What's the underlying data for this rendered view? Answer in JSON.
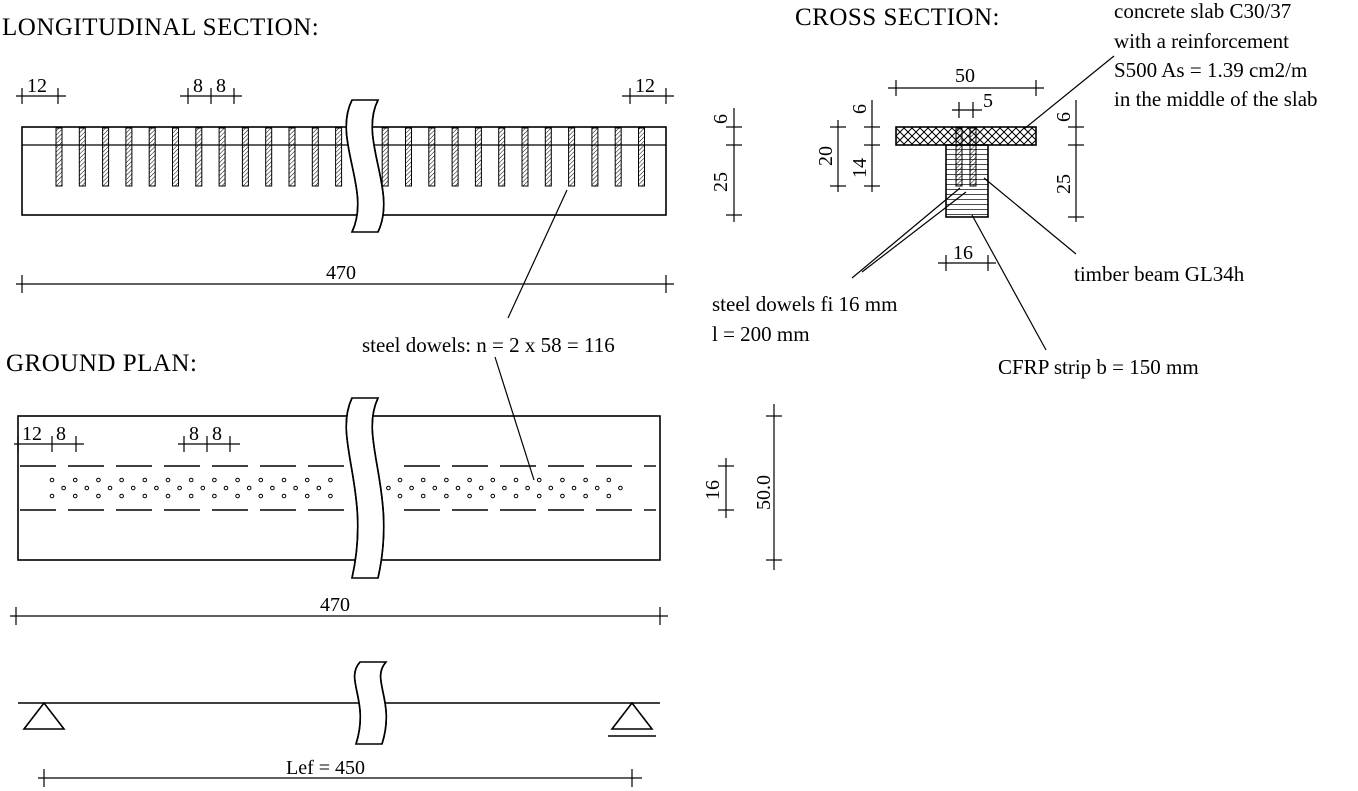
{
  "titles": {
    "longitudinal": "LONGITUDINAL SECTION:",
    "ground_plan": "GROUND PLAN:",
    "cross_section": "CROSS SECTION:"
  },
  "longitudinal": {
    "dim_left": "12",
    "dim_mid_a": "8",
    "dim_mid_b": "8",
    "dim_right": "12",
    "dim_slab": "6",
    "dim_total_height": "25",
    "dim_length": "470",
    "dowel_label": "steel dowels: n = 2 x 58 = 116"
  },
  "ground_plan": {
    "dim_left": "12",
    "dim_left_b": "8",
    "dim_mid_a": "8",
    "dim_mid_b": "8",
    "dim_strip": "16",
    "dim_width": "50.0",
    "dim_length": "470"
  },
  "beam_model": {
    "span_label": "Lef = 450"
  },
  "cross_section": {
    "dim_width": "50",
    "dim_slab": "6",
    "dim_dowel_spacing": "5",
    "dim_20": "20",
    "dim_14": "14",
    "dim_slab_right": "6",
    "dim_height_right": "25",
    "dim_beam_width": "16",
    "concrete_label": [
      "concrete slab C30/37",
      "with a reinforcement",
      "S500 As = 1.39 cm2/m",
      "in the middle of the slab"
    ],
    "timber_label": "timber beam GL34h",
    "dowel_label": [
      "steel dowels fi 16 mm",
      "l = 200 mm"
    ],
    "cfrp_label": "CFRP strip b = 150 mm"
  }
}
